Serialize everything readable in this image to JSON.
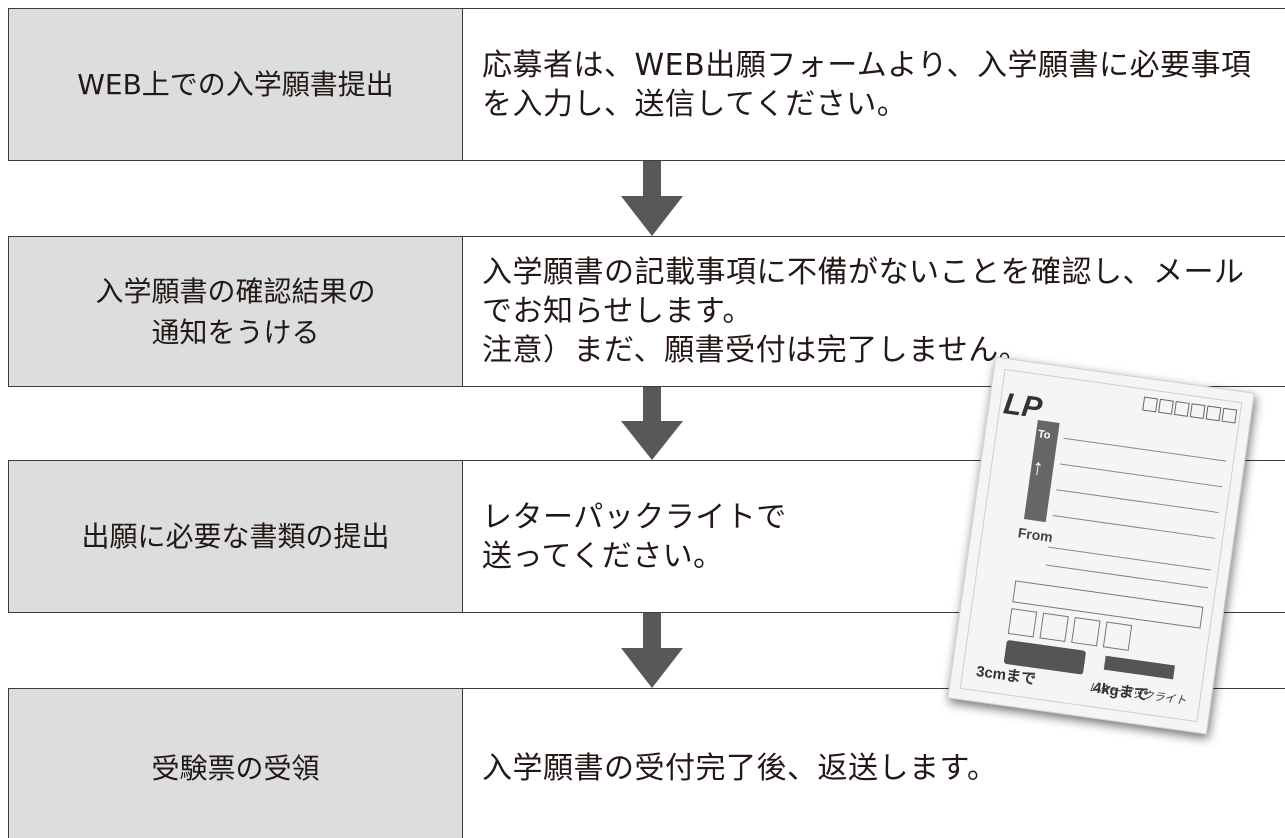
{
  "steps": [
    {
      "label": "WEB上での入学願書提出",
      "desc": [
        "応募者は、WEB出願フォームより、入学願書に必要事項",
        "を入力し、送信してください。"
      ]
    },
    {
      "label": "入学願書の確認結果の\n通知をうける",
      "desc": [
        "入学願書の記載事項に不備がないことを確認し、メール",
        "でお知らせします。",
        "注意）まだ、願書受付は完了しません。"
      ]
    },
    {
      "label": "出願に必要な書類の提出",
      "desc": [
        "レターパックライトで",
        "送ってください。"
      ]
    },
    {
      "label": "受験票の受領",
      "desc": [
        "入学願書の受付完了後、返送します。"
      ]
    }
  ],
  "envelope": {
    "logo": "LP",
    "to": "To",
    "from": "From",
    "thickness": "3cmまで",
    "weight": "4kgまで",
    "brand": "レターパックライト"
  },
  "colors": {
    "label_bg": "#dcdddd",
    "border": "#3e3a39",
    "arrow": "#595757"
  },
  "icons": {
    "arrow": "down-arrow-icon"
  }
}
